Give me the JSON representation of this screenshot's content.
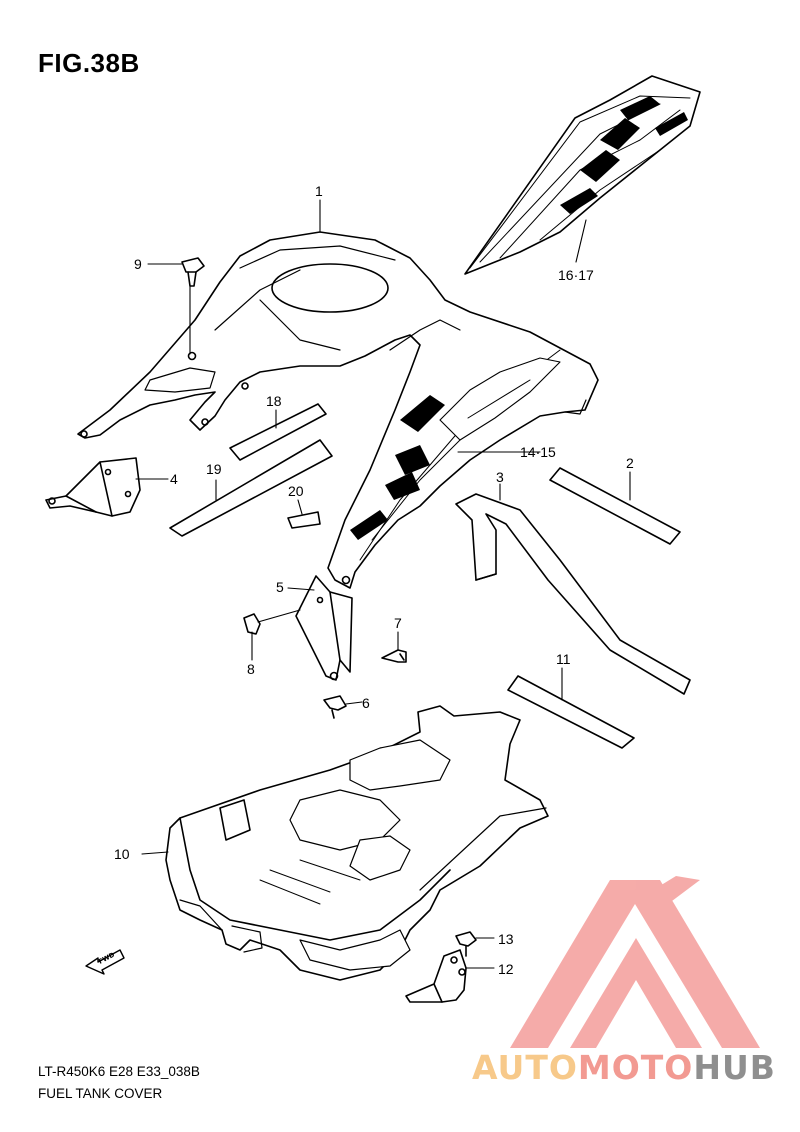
{
  "figure": {
    "title": "FIG.38B",
    "model_code": "LT-R450K6 E28 E33_038B",
    "name": "FUEL TANK COVER"
  },
  "callouts": {
    "p1": "1",
    "p2": "2",
    "p3": "3",
    "p4": "4",
    "p5": "5",
    "p6": "6",
    "p7": "7",
    "p8": "8",
    "p9": "9",
    "p10": "10",
    "p11": "11",
    "p12": "12",
    "p13": "13",
    "p14_15": "14·15",
    "p16_17": "16·17",
    "p18": "18",
    "p19": "19",
    "p20": "20"
  },
  "fwd_label": "FWD",
  "watermark": {
    "part1": "AUTO",
    "part2": "MOTO",
    "part3": "HUB",
    "colors": {
      "auto": "#f7c98a",
      "moto": "#f29a92",
      "hub": "#8f8f8f",
      "logo": "#f5a3a0"
    }
  }
}
